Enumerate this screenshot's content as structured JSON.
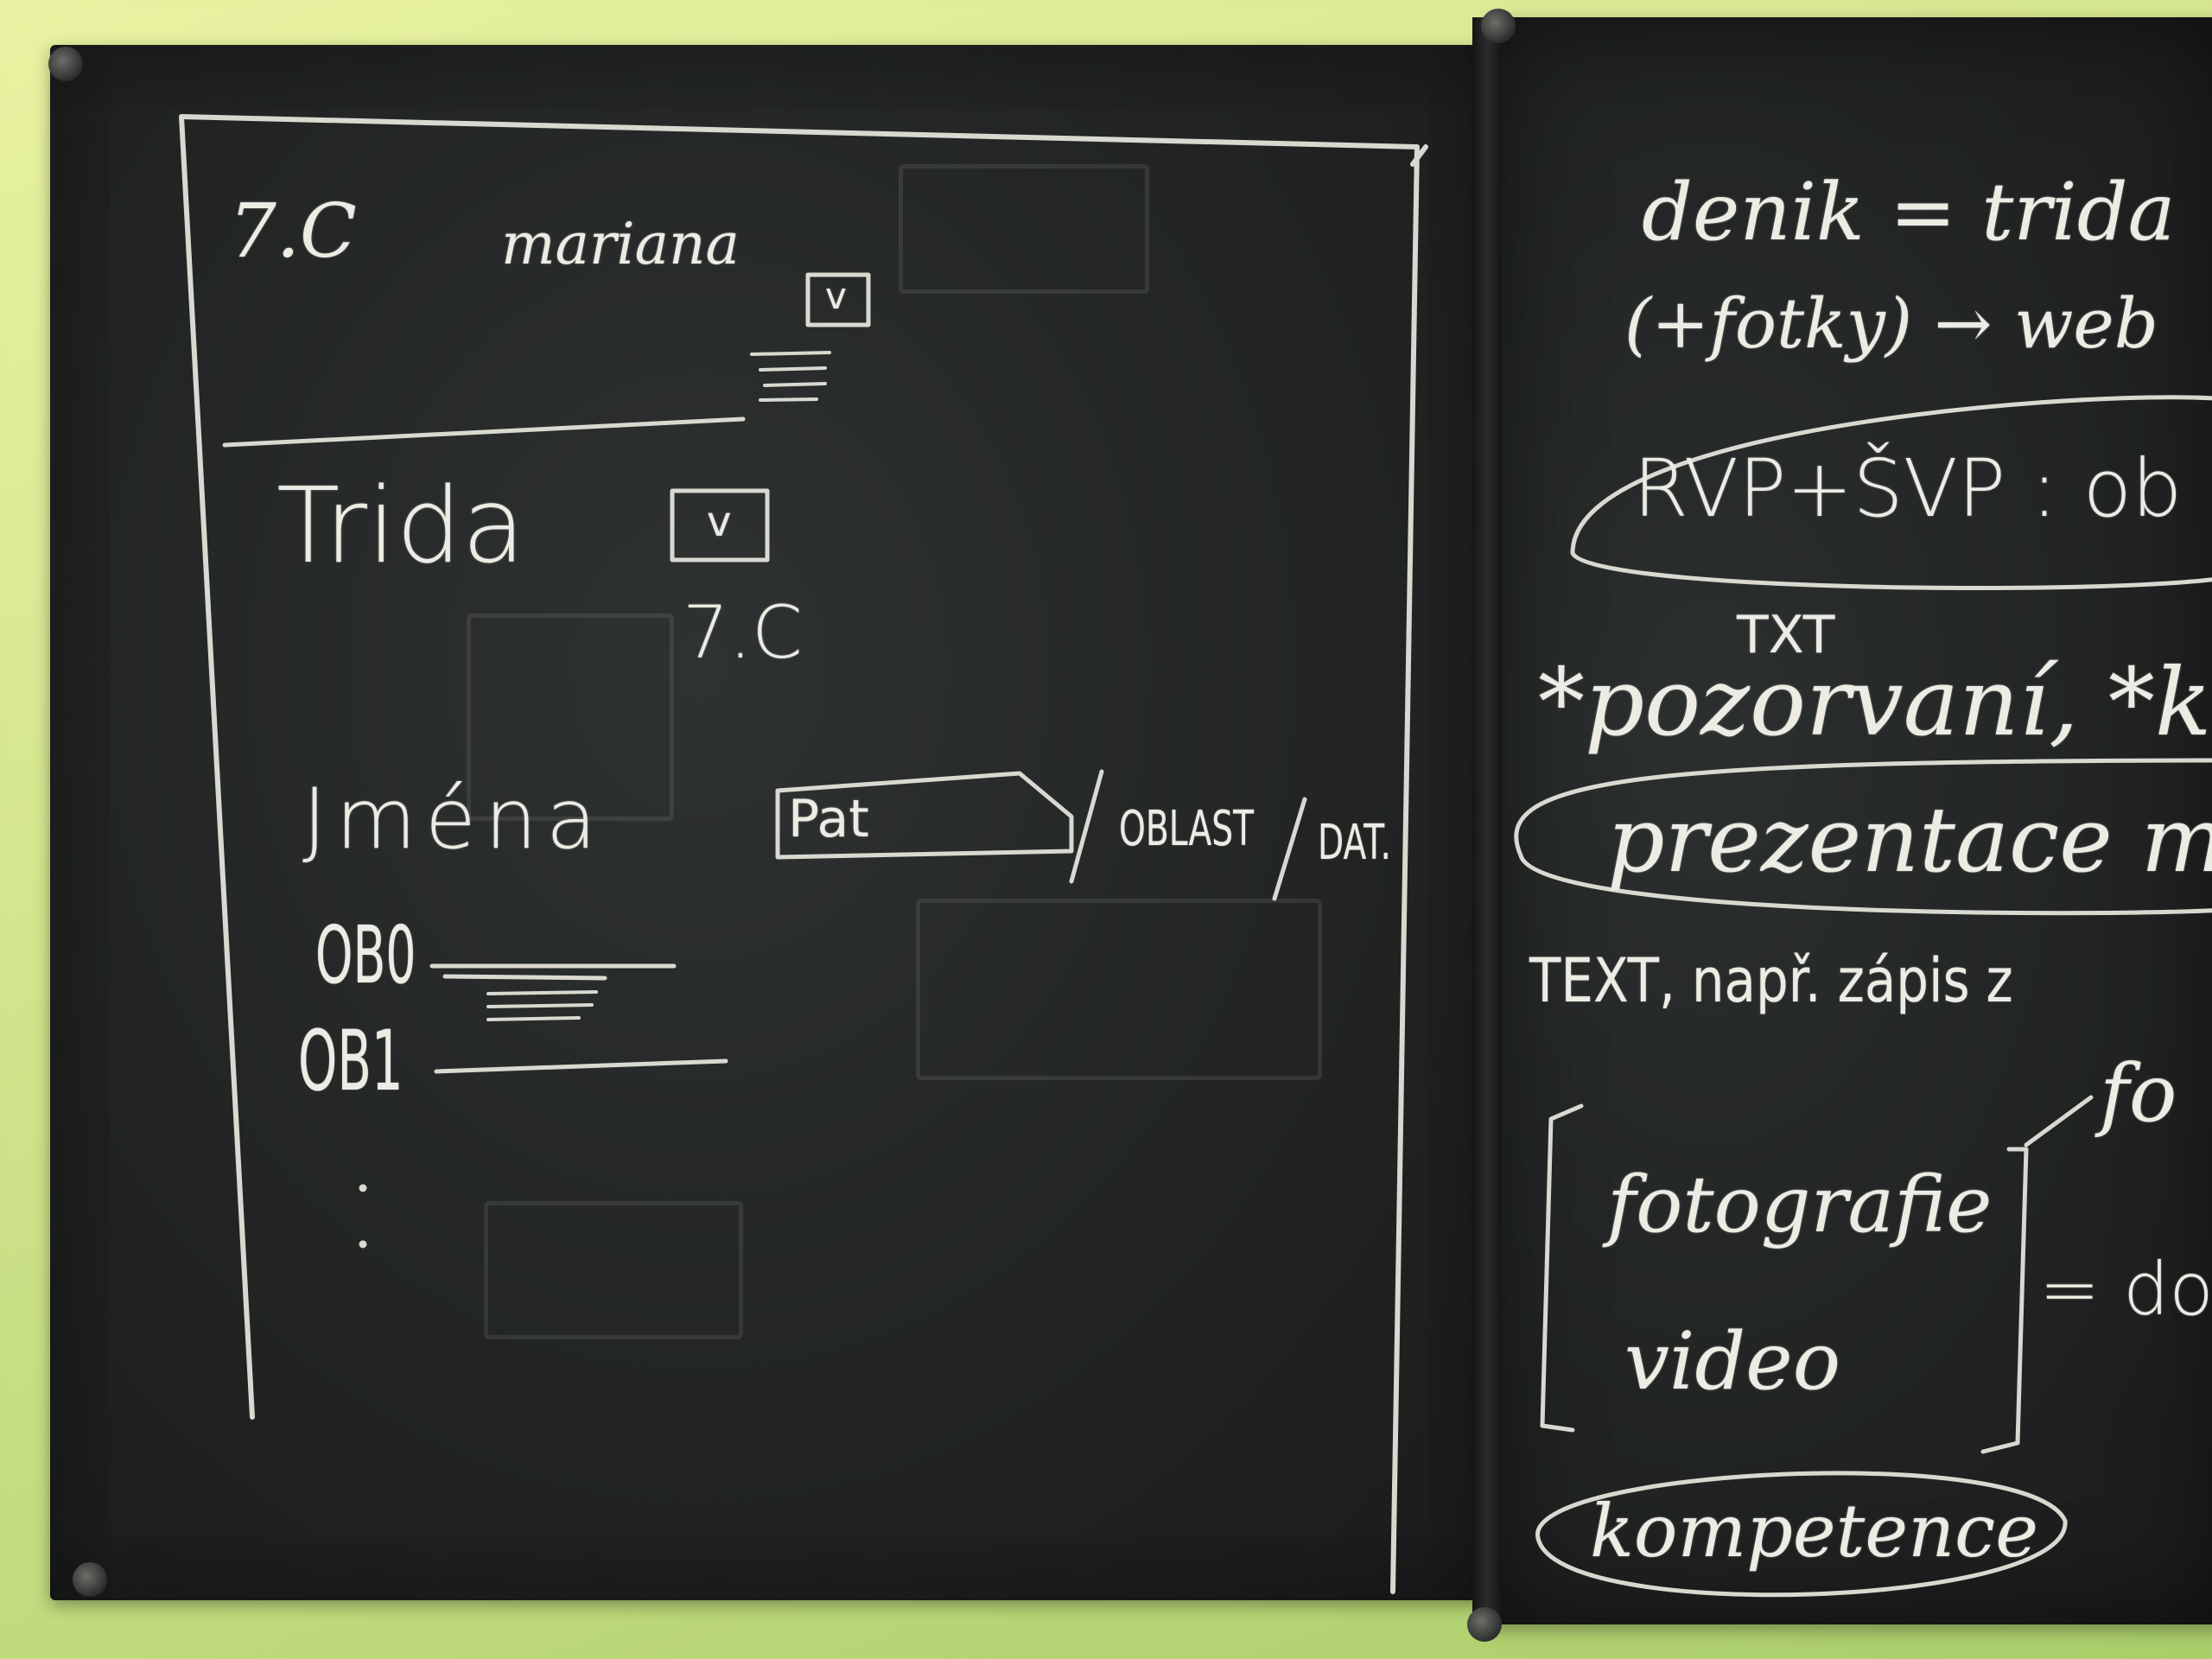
{
  "left_board": {
    "class_label": "7.C",
    "name_label": "mariana",
    "checkbox_mark": "v",
    "class_field_label": "Trida",
    "class_field_checkbox_mark": "v",
    "class_value": "7.C",
    "names_label": "Jména",
    "column_1": "Pat",
    "column_2": "OBLAST",
    "column_3": "DAT.",
    "row_1": "OB0",
    "row_2": "OB1"
  },
  "right_board": {
    "line_1": "denik = trida",
    "line_2": "(+fotky) → web",
    "line_3": "RVP+ŠVP : ob",
    "line_4_note": "TXT",
    "line_4": "*pozorvaní, *k",
    "line_5": "prezentace m",
    "line_6": "TEXT, např. zápis z",
    "line_7_media_1": "fotografie",
    "line_7_media_2": "video",
    "line_7_arrow": "fo",
    "line_7_equals": "= do",
    "line_8": "kompetence"
  },
  "colors": {
    "chalk": "#ecece4",
    "board": "#202322",
    "wall": "#cfe38a"
  }
}
